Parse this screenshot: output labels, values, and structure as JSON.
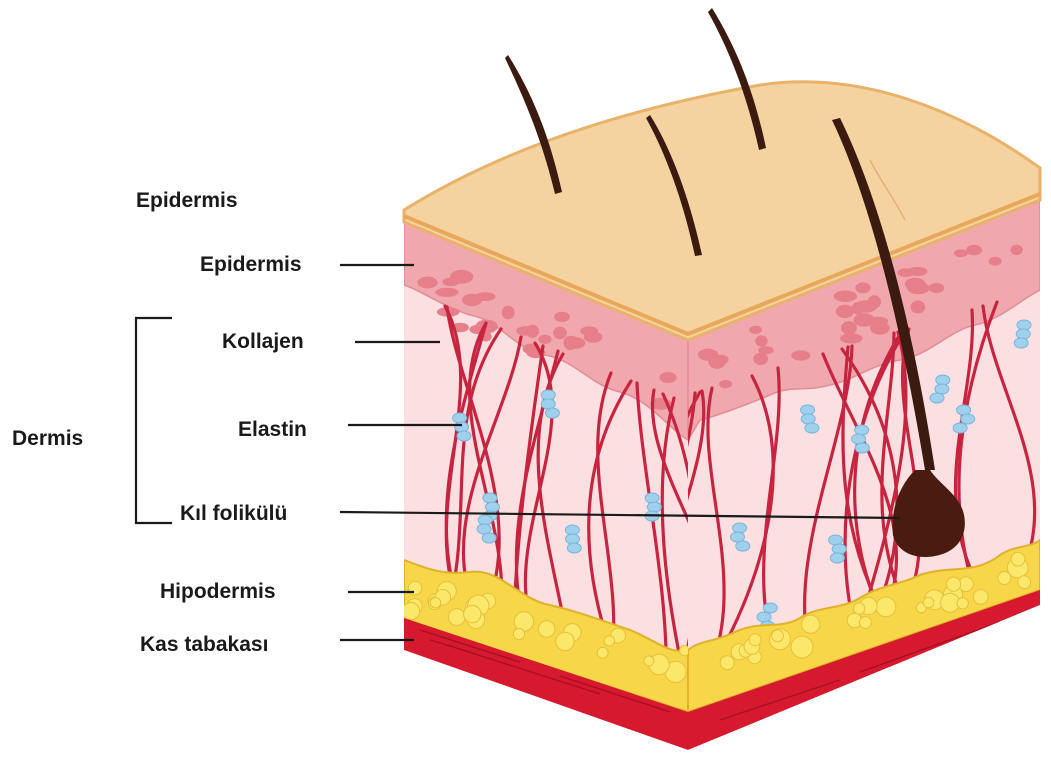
{
  "labels": {
    "top_heading": "Epidermis",
    "epidermis": "Epidermis",
    "kollajen": "Kollajen",
    "elastin": "Elastin",
    "kil_folikulu": "Kıl folikülü",
    "hipodermis": "Hipodermis",
    "kas_tabakasi": "Kas  tabakası",
    "dermis": "Dermis"
  },
  "colors": {
    "skin_surface": "#f5d3a0",
    "skin_edge": "#e8b26a",
    "epidermis_layer": "#f0a8ae",
    "epidermis_cells": "#e77f8b",
    "dermis": "#fbdfe1",
    "collagen_fibers": "#c7253f",
    "elastin_dots": "#9fd0ec",
    "hair": "#3b1a10",
    "hypodermis_fat": "#f7d647",
    "fat_cells": "#fbe86a",
    "muscle": "#d6192f",
    "leader_lines": "#1a1a1a"
  }
}
